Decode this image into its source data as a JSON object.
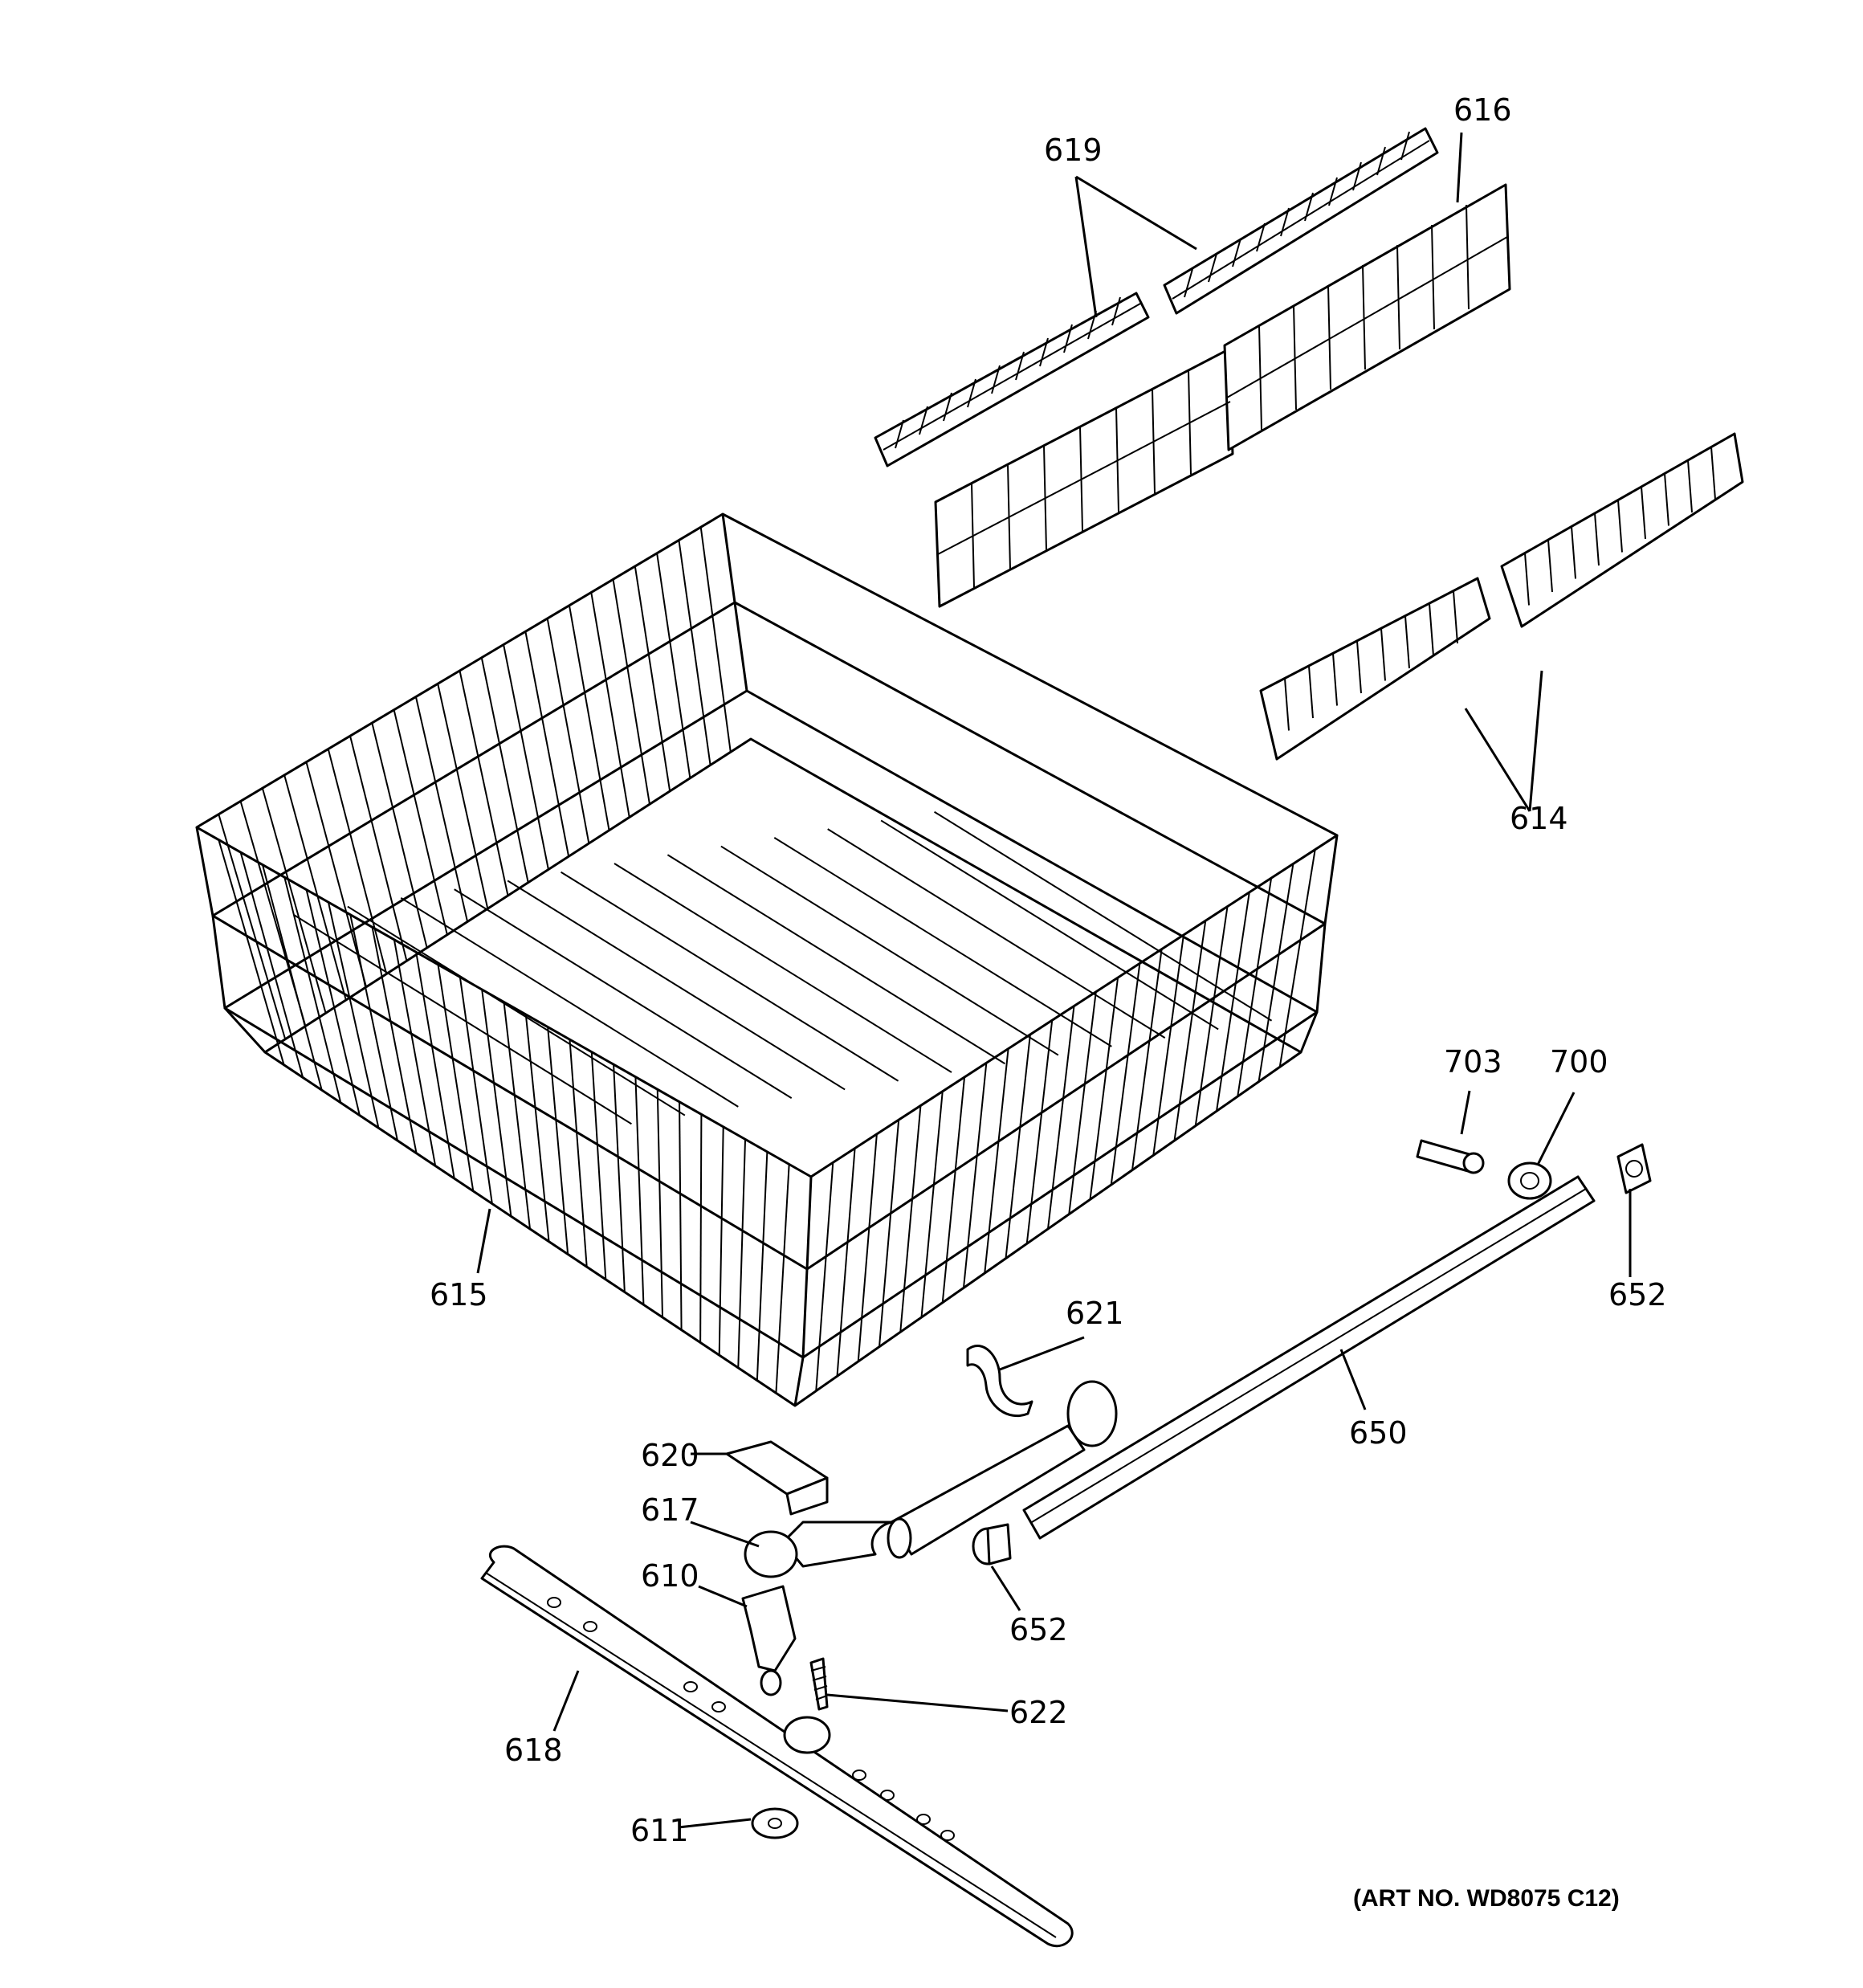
{
  "art_number": "(ART NO. WD8075 C12)",
  "callouts": {
    "p616": "616",
    "p619": "619",
    "p614": "614",
    "p615": "615",
    "p703": "703",
    "p700": "700",
    "p652a": "652",
    "p621": "621",
    "p650": "650",
    "p620": "620",
    "p617": "617",
    "p610": "610",
    "p652b": "652",
    "p622": "622",
    "p618": "618",
    "p611": "611"
  }
}
